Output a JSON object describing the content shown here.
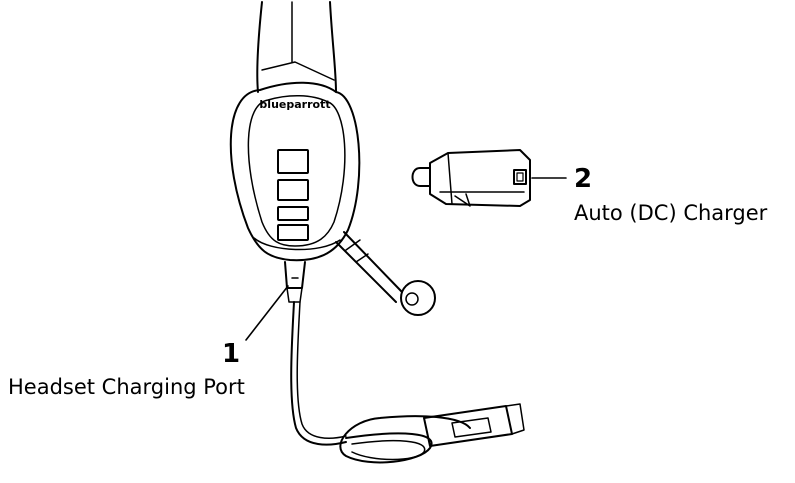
{
  "headset": {
    "brand": "blueparrott"
  },
  "callouts": [
    {
      "number": "1",
      "label": "Headset Charging Port"
    },
    {
      "number": "2",
      "label": "Auto (DC) Charger"
    }
  ],
  "colors": {
    "ink": "#000000",
    "background": "#ffffff"
  }
}
